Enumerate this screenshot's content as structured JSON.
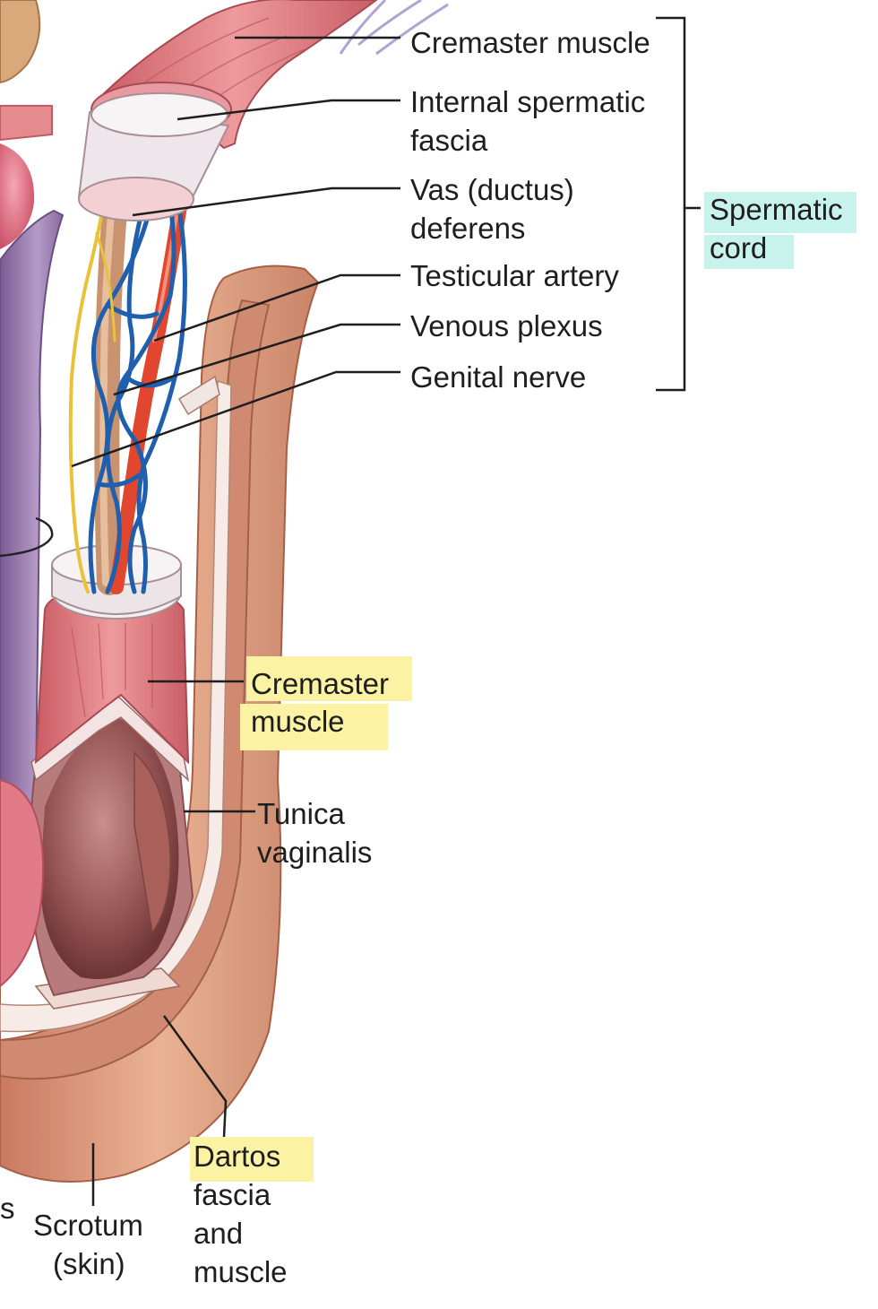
{
  "labels": {
    "cremaster_top": "Cremaster muscle",
    "internal_fascia_1": "Internal spermatic",
    "internal_fascia_2": "fascia",
    "vas_1": "Vas (ductus)",
    "vas_2": "deferens",
    "testicular_artery": "Testicular artery",
    "venous_plexus": "Venous plexus",
    "genital_nerve": "Genital nerve",
    "spermatic_1": "Spermatic",
    "spermatic_2": "cord",
    "cremaster_mid_1": "Cremaster",
    "cremaster_mid_2": "muscle",
    "tunica_1": "Tunica",
    "tunica_2": "vaginalis",
    "dartos_1": "Dartos",
    "dartos_2": "fascia",
    "dartos_3": "and",
    "dartos_4": "muscle",
    "scrotum_1": "Scrotum",
    "scrotum_2": "(skin)",
    "edge_fragment": "s"
  },
  "colors": {
    "highlight_yellow": "#fbf2a3",
    "highlight_teal": "#c8f3ec",
    "artery": "#e0472e",
    "vein": "#1f5fae",
    "nerve": "#e9c23a",
    "muscle": "#d9737a",
    "skin": "#e6a98a",
    "fascia": "#efe3e3"
  }
}
